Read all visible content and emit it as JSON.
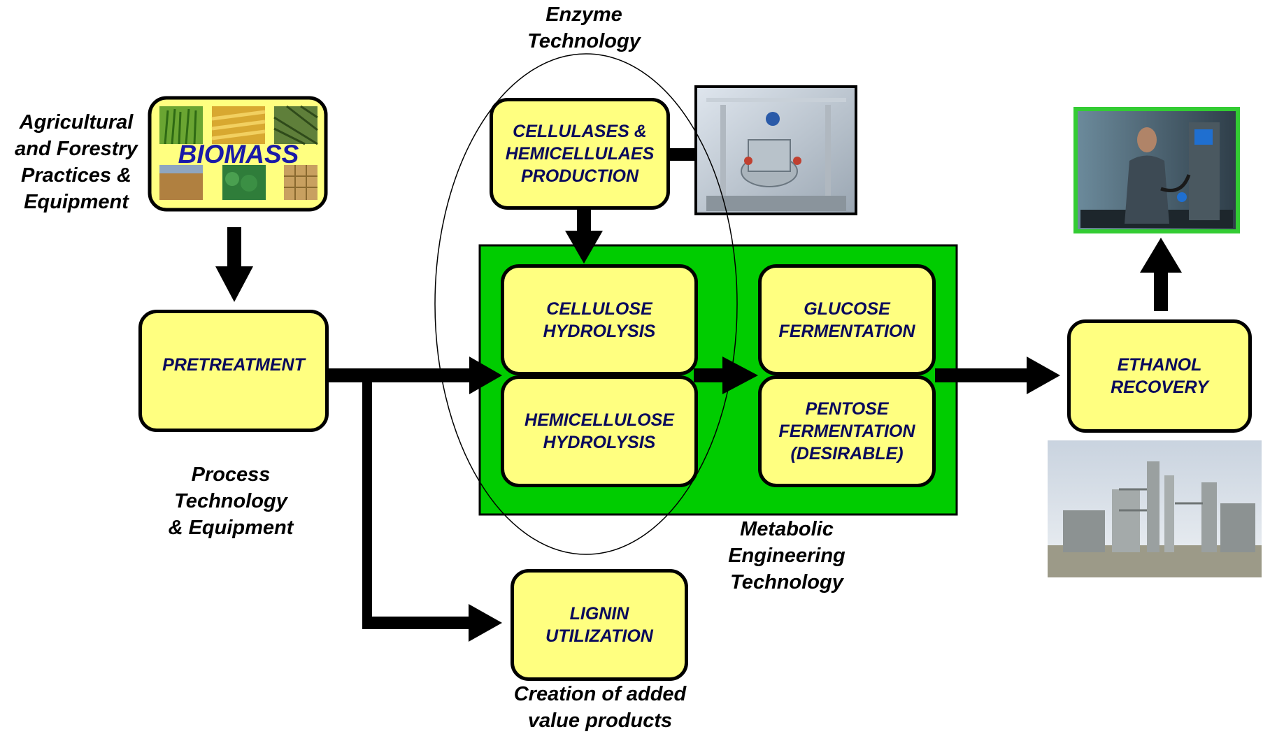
{
  "notes": {
    "enzyme": [
      "Enzyme",
      "Technology"
    ],
    "agricultural": [
      "Agricultural",
      "and Forestry",
      "Practices &",
      "Equipment"
    ],
    "process": [
      "Process",
      "Technology",
      "& Equipment"
    ],
    "metabolic": [
      "Metabolic",
      "Engineering",
      "Technology"
    ],
    "creation": [
      "Creation of added",
      "value products"
    ]
  },
  "boxes": {
    "biomass": "BIOMASS",
    "cellulases": [
      "CELLULASES &",
      "HEMICELLULAES",
      "PRODUCTION"
    ],
    "pretreatment": "PRETREATMENT",
    "cellulose": [
      "CELLULOSE",
      "HYDROLYSIS"
    ],
    "hemicellulose": [
      "HEMICELLULOSE",
      "HYDROLYSIS"
    ],
    "glucose": [
      "GLUCOSE",
      "FERMENTATION"
    ],
    "pentose": [
      "PENTOSE",
      "FERMENTATION",
      "(DESIRABLE)"
    ],
    "ethanol": [
      "ETHANOL",
      "RECOVERY"
    ],
    "lignin": [
      "LIGNIN",
      "UTILIZATION"
    ]
  },
  "colors": {
    "box_fill": "#ffff80",
    "box_text": "#0a0a5c",
    "green_area": "#00cc00",
    "biomass_text": "#1a1aa8"
  }
}
